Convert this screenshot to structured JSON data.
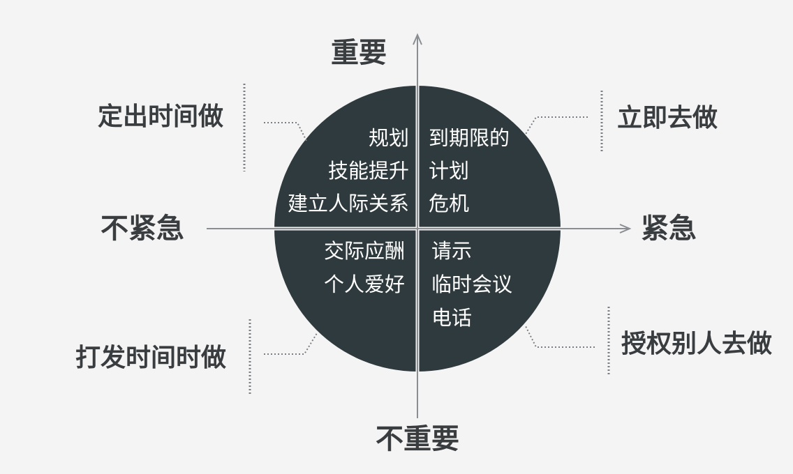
{
  "axes": {
    "top": "重要",
    "bottom": "不重要",
    "left": "不紧急",
    "right": "紧急"
  },
  "quadrants": {
    "top_left": {
      "action": "定出时间做",
      "items": [
        "规划",
        "技能提升",
        "建立人际关系"
      ]
    },
    "top_right": {
      "action": "立即去做",
      "items": [
        "到期限的",
        "计划",
        "危机"
      ]
    },
    "bottom_left": {
      "action": "打发时间时做",
      "items": [
        "交际应酬",
        "个人爱好"
      ]
    },
    "bottom_right": {
      "action": "授权别人去做",
      "items": [
        "请示",
        "临时会议",
        "电话"
      ]
    }
  },
  "colors": {
    "circle": "#2e3a3d",
    "axis": "#8a8e92",
    "text": "#3a3d40",
    "background": "#f4f4f4"
  }
}
